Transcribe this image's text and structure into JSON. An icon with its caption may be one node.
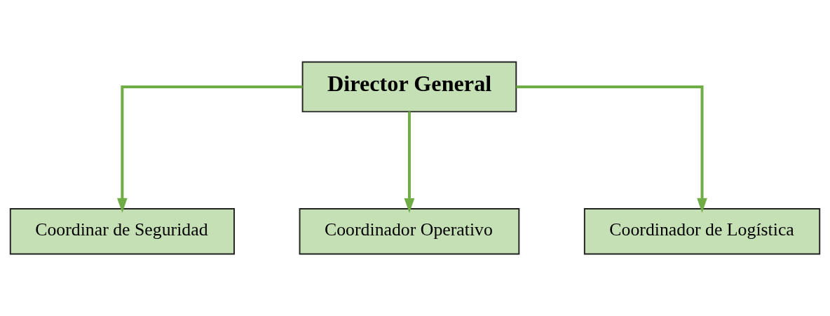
{
  "diagram": {
    "nodes": [
      {
        "text": [
          "Director General"
        ]
      },
      {
        "text": [
          "Coordinar de Seguridad"
        ]
      },
      {
        "text": [
          "Coordinador Operativo"
        ]
      },
      {
        "text": [
          "Coordinador de Logística"
        ]
      }
    ],
    "edges": [
      {
        "from": 0,
        "to": 1,
        "arrow": "to"
      },
      {
        "from": 0,
        "to": 2,
        "arrow": "to"
      },
      {
        "from": 0,
        "to": 3,
        "arrow": "to"
      }
    ]
  }
}
